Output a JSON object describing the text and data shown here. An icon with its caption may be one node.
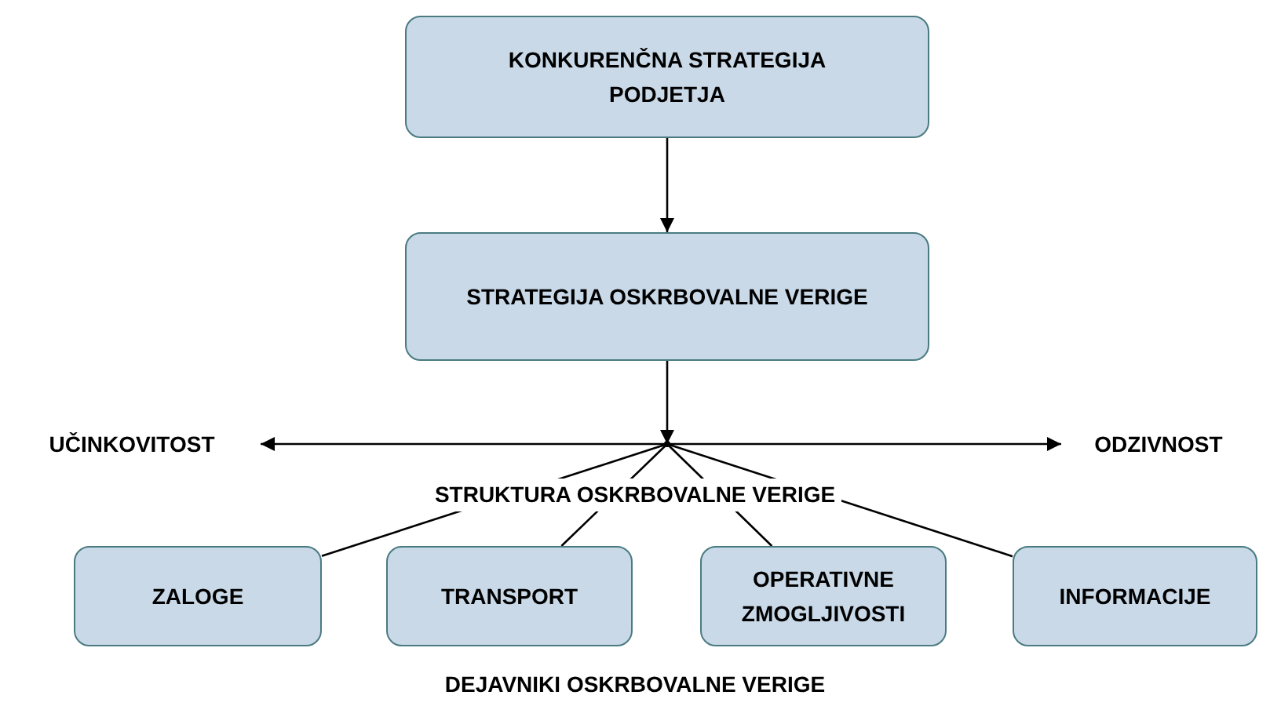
{
  "diagram": {
    "nodes": [
      {
        "text": [
          "KONKURENČNA STRATEGIJA PODJETJA"
        ]
      },
      {
        "text": [
          "STRATEGIJA OSKRBOVALNE VERIGE"
        ]
      },
      {
        "text": [
          "UČINKOVITOST"
        ]
      },
      {
        "text": [
          "ODZIVNOST"
        ]
      },
      {
        "text": [
          "ZALOGE"
        ]
      },
      {
        "text": [
          "TRANSPORT"
        ]
      },
      {
        "text": [
          "OPERATIVNE ZMOGLJIVOSTI"
        ]
      },
      {
        "text": [
          "INFORMACIJE"
        ]
      },
      {
        "text": [],
        "shape": "point"
      }
    ],
    "edges": [
      {
        "from": 0,
        "to": 1,
        "arrow": "to"
      },
      {
        "from": 1,
        "to": 8,
        "arrow": "to"
      },
      {
        "from": 8,
        "to": 2,
        "arrow": "to"
      },
      {
        "from": 8,
        "to": 3,
        "arrow": "to"
      },
      {
        "from": 8,
        "to": 4,
        "arrow": "none"
      },
      {
        "from": 8,
        "to": 5,
        "arrow": "none"
      },
      {
        "from": 8,
        "to": 6,
        "arrow": "none"
      },
      {
        "from": 8,
        "to": 7,
        "arrow": "none"
      }
    ],
    "labels": [
      "STRUKTURA OSKRBOVALNE VERIGE",
      "DEJAVNIKI OSKRBOVALNE VERIGE"
    ]
  }
}
